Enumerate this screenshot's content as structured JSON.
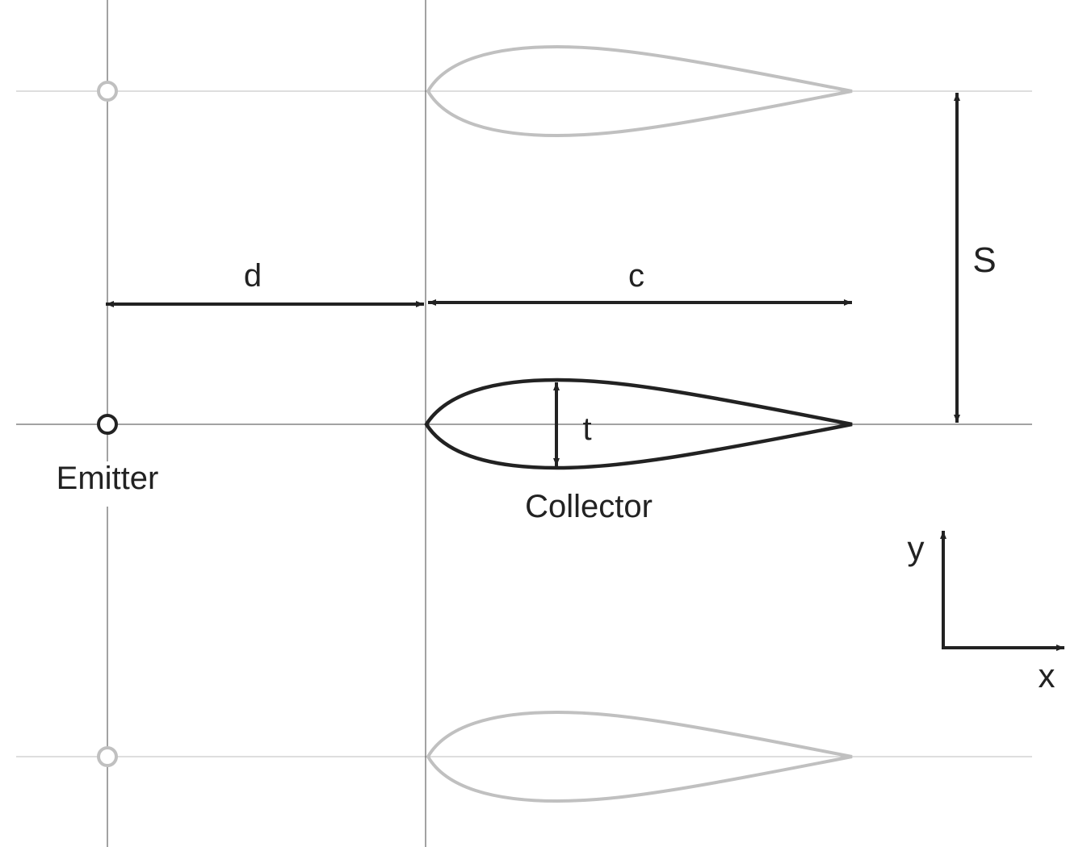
{
  "labels": {
    "emitter": "Emitter",
    "collector": "Collector",
    "d": "d",
    "c": "c",
    "s": "S",
    "t": "t",
    "x": "x",
    "y": "y"
  },
  "colors": {
    "line": "#222222",
    "grid": "#bdbdbd",
    "ghost": "#c0c0c0",
    "background": "#ffffff"
  }
}
